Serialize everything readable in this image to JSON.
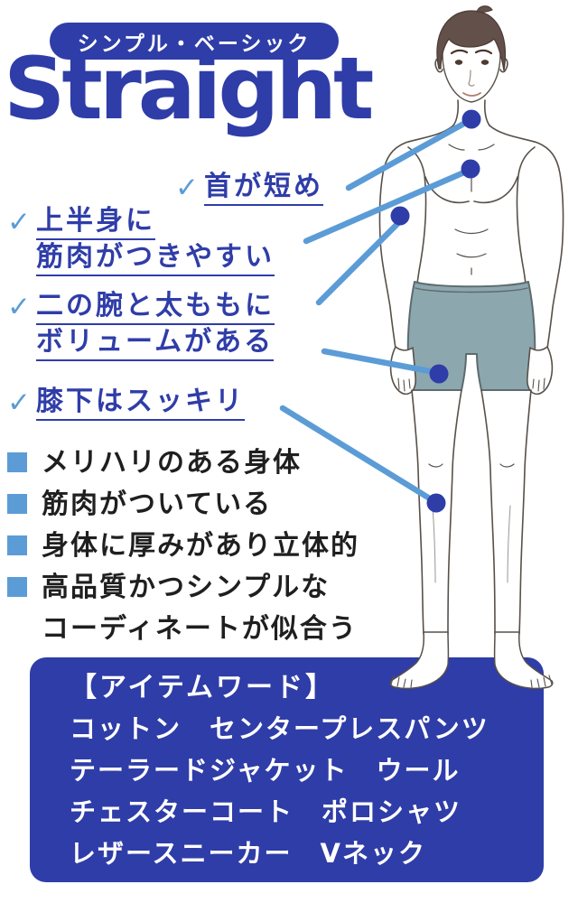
{
  "badge": {
    "label": "シンプル・ベーシック"
  },
  "title": "Straight",
  "features": {
    "check_glyph": "✓",
    "items": [
      {
        "line1": "首が短め"
      },
      {
        "line1": "上半身に",
        "line2": "筋肉がつきやすい"
      },
      {
        "line1": "二の腕と太ももに",
        "line2": "ボリュームがある"
      },
      {
        "line1": "膝下はスッキリ"
      }
    ]
  },
  "traits": {
    "items": [
      {
        "line1": "メリハリのある身体"
      },
      {
        "line1": "筋肉がついている"
      },
      {
        "line1": "身体に厚みがあり立体的"
      },
      {
        "line1": "高品質かつシンプルな",
        "line2": "コーディネートが似合う"
      }
    ]
  },
  "item_words": {
    "heading": "【アイテムワード】",
    "rows": [
      "コットン　センタープレスパンツ",
      "テーラードジャケット　ウール",
      "チェスターコート　ポロシャツ",
      "レザースニーカー　Vネック"
    ]
  },
  "colors": {
    "primary_blue": "#2f3da8",
    "accent_light_blue": "#5b9cd6",
    "text_black": "#1f1f1f",
    "shorts_gray_blue": "#8da7ae",
    "background": "#ffffff"
  }
}
